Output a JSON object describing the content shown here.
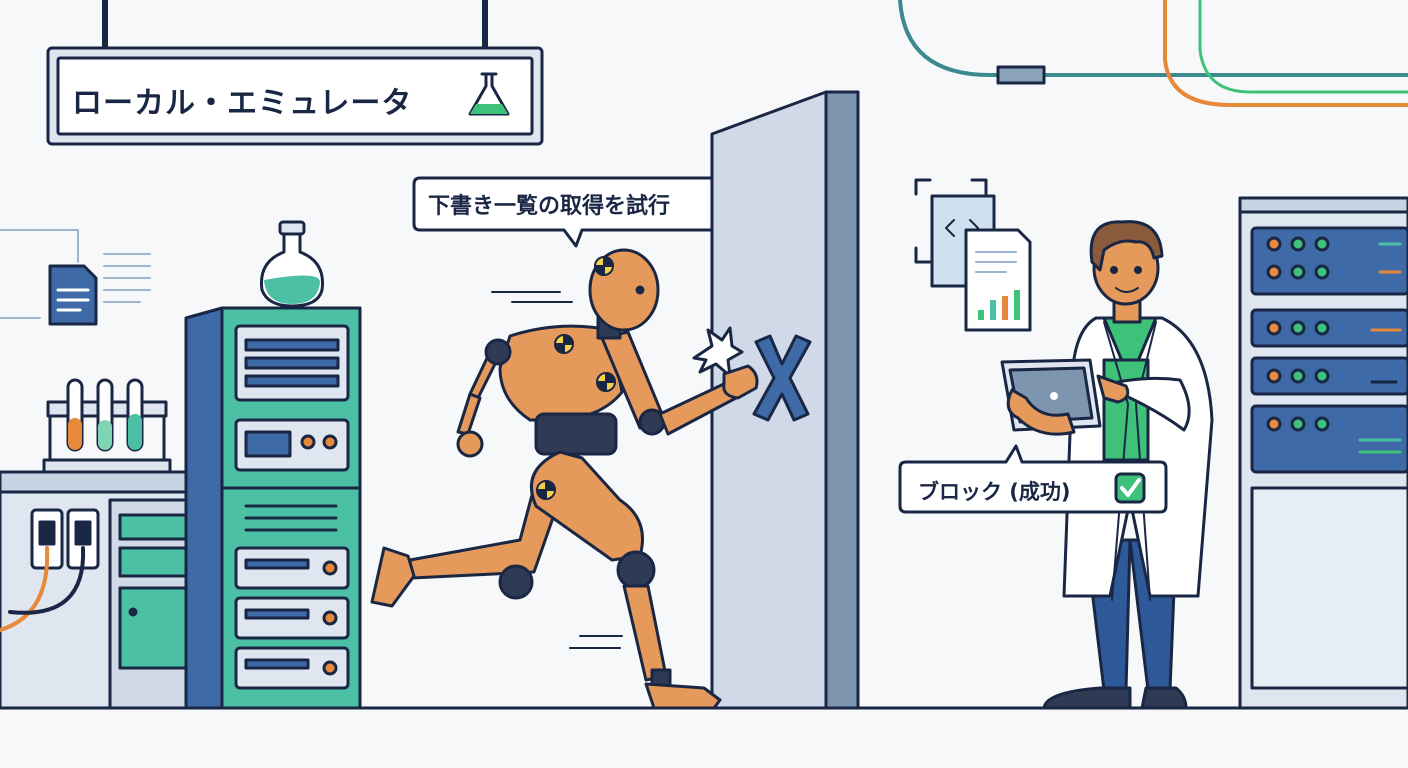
{
  "sign": {
    "title": "ローカル・エミュレータ",
    "icon": "flask-icon"
  },
  "speech_bubble": {
    "text": "下書き一覧の取得を試行"
  },
  "status_bubble": {
    "text": "ブロック (成功)",
    "icon": "check-mark-icon"
  },
  "colors": {
    "outline": "#1a2744",
    "teal": "#4cc0a5",
    "dummy_orange": "#e59a5c",
    "wall_blue": "#cfd9e8",
    "accent_green": "#3ec27a",
    "pipe_orange": "#e8883a",
    "pipe_teal": "#3a8a90"
  }
}
